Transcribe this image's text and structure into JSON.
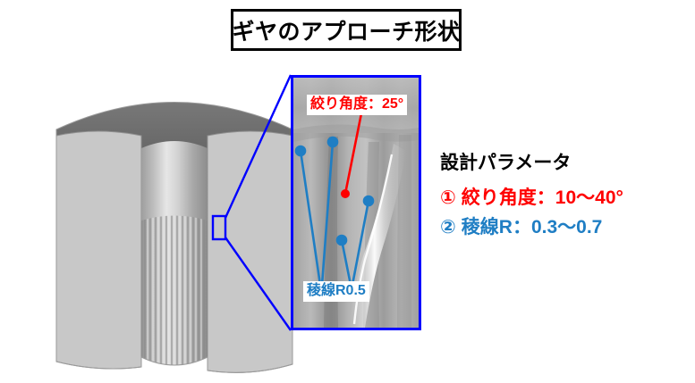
{
  "title": {
    "text": "ギヤのアプローチ形状"
  },
  "model": {
    "name": "gear-3d-model",
    "body_color": "#c8c8c8",
    "top_face_color": "#6e6e6e",
    "highlight_color": "#ffffff",
    "marker_color": "#0000ff"
  },
  "inset": {
    "border_color": "#0000ff",
    "background_color": "#b6b6b6",
    "labels": {
      "angle": "絞り角度：25°",
      "ridge": "稜線R0.5"
    },
    "angle_label_color": "#ff0000",
    "ridge_label_color": "#1f7ec4"
  },
  "params": {
    "heading": "設計パラメータ",
    "items": [
      {
        "marker": "①",
        "text": "絞り角度：10〜40°",
        "color": "#ff0000"
      },
      {
        "marker": "②",
        "text": "稜線R：0.3〜0.7",
        "color": "#1f7ec4"
      }
    ]
  }
}
